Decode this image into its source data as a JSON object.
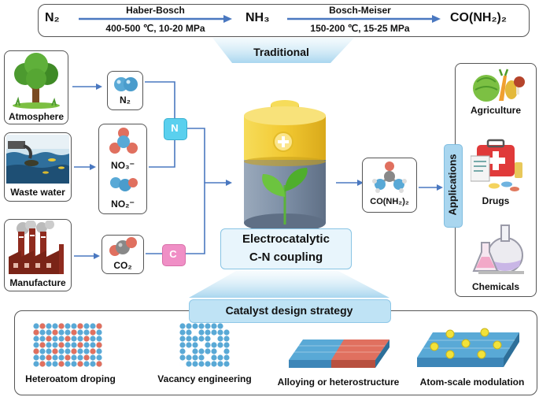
{
  "traditional": {
    "n2": "N₂",
    "step1_name": "Haber-Bosch",
    "step1_cond": "400-500 ℃, 10-20 MPa",
    "nh3": "NH₃",
    "step2_name": "Bosch-Meiser",
    "step2_cond": "150-200 ℃, 15-25 MPa",
    "urea": "CO(NH₂)₂",
    "banner": "Traditional"
  },
  "sources": {
    "atmosphere": "Atmosphere",
    "waste_water": "Waste water",
    "manufacture": "Manufacture"
  },
  "molecules": {
    "n2": "N₂",
    "no3": "NO₃⁻",
    "no2": "NO₂⁻",
    "co2": "CO₂",
    "urea": "CO(NH₂)₂"
  },
  "nodes": {
    "n": "N",
    "c": "C"
  },
  "center": {
    "line1": "Electrocatalytic",
    "line2": "C-N coupling"
  },
  "applications": {
    "title": "Applications",
    "agriculture": "Agriculture",
    "drugs": "Drugs",
    "chemicals": "Chemicals"
  },
  "strategy": {
    "title": "Catalyst design strategy",
    "items": [
      "Heteroatom droping",
      "Vacancy engineering",
      "Alloying or heterostructure",
      "Atom-scale modulation"
    ]
  },
  "colors": {
    "arrow": "#4a78c0",
    "banner": "#bfe3f5",
    "node_n": "#5ad0ee",
    "node_c": "#f08fc6",
    "atom_blue": "#59a9d6",
    "atom_red": "#e0705f",
    "atom_gray": "#888888",
    "battery_yellow": "#f2c932",
    "battery_body": "#7d8fa6"
  }
}
